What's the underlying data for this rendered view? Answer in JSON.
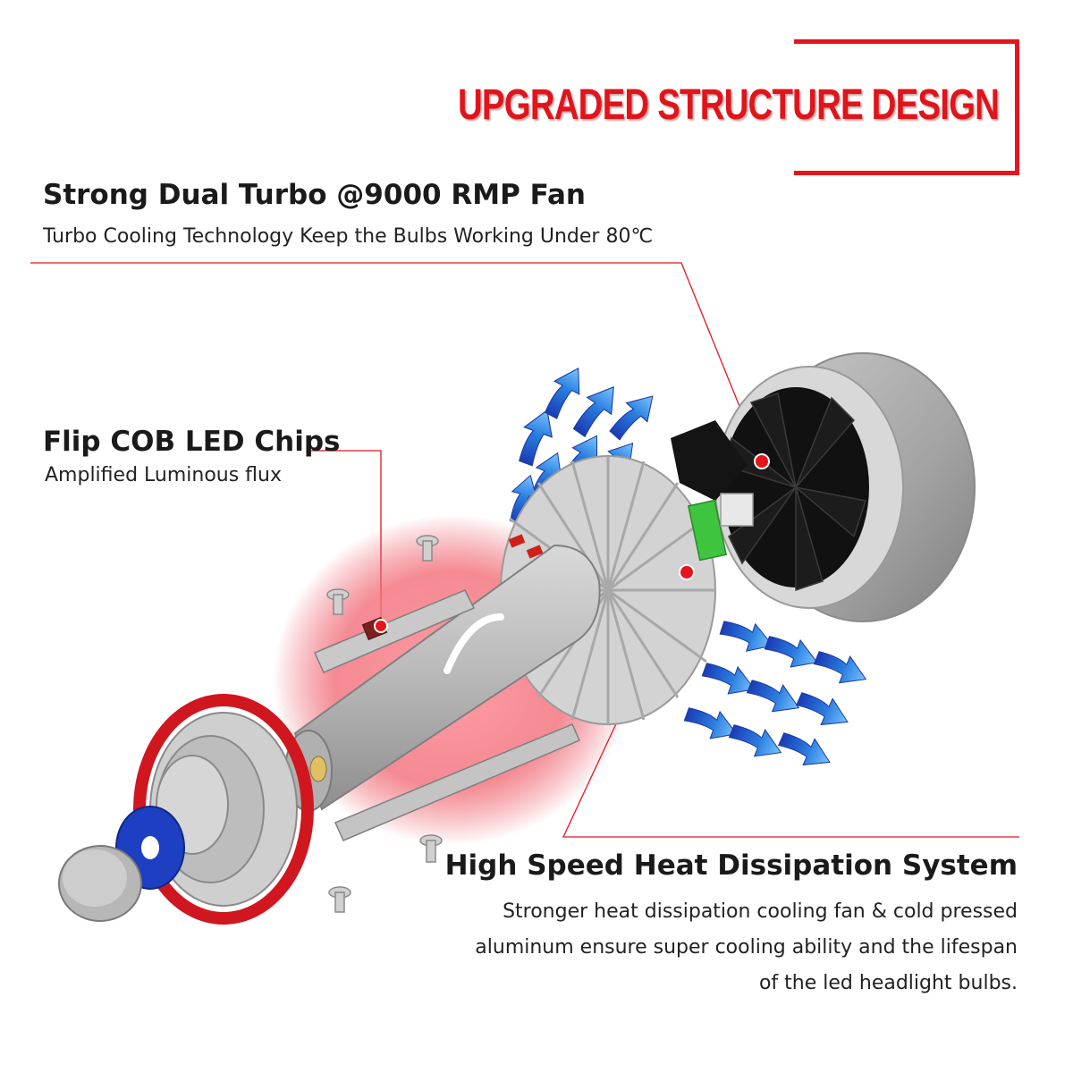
{
  "banner": {
    "title": "UPGRADED STRUCTURE DESIGN"
  },
  "features": {
    "fan": {
      "heading": "Strong Dual Turbo @9000 RMP Fan",
      "description": "Turbo Cooling Technology Keep the Bulbs Working Under 80℃"
    },
    "cob": {
      "heading": "Flip COB LED Chips",
      "description": "Amplified Luminous flux"
    },
    "heat": {
      "heading": "High Speed Heat Dissipation System",
      "lines": [
        "Stronger heat dissipation cooling fan & cold pressed",
        "aluminum ensure super cooling ability and the lifespan",
        "of the led headlight bulbs."
      ]
    }
  },
  "colors": {
    "accent": "#e5141d",
    "airflow": "#2b7fe0",
    "glow": "#f26d78",
    "ring": "#d0161f",
    "washer": "#1d3fc2",
    "driver": "#3fc43f"
  }
}
